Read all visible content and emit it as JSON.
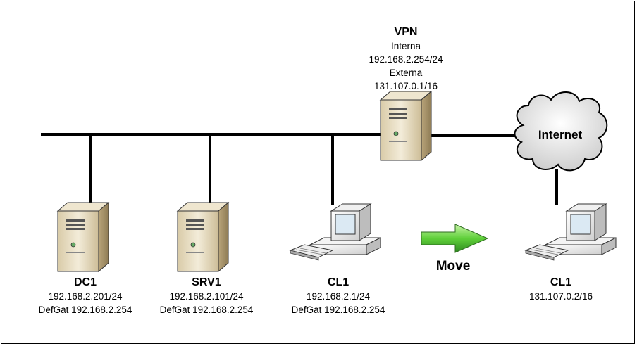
{
  "nodes": {
    "dc1": {
      "name": "DC1",
      "ip": "192.168.2.201/24",
      "gateway": "DefGat 192.168.2.254"
    },
    "srv1": {
      "name": "SRV1",
      "ip": "192.168.2.101/24",
      "gateway": "DefGat 192.168.2.254"
    },
    "cl1_internal": {
      "name": "CL1",
      "ip": "192.168.2.1/24",
      "gateway": "DefGat 192.168.2.254"
    },
    "vpn": {
      "name": "VPN",
      "internal_label": "Interna",
      "internal_ip": "192.168.2.254/24",
      "external_label": "Externa",
      "external_ip": "131.107.0.1/16"
    },
    "cl1_external": {
      "name": "CL1",
      "ip": "131.107.0.2/16"
    }
  },
  "internet_label": "Internet",
  "move_label": "Move",
  "colors": {
    "arrow_light": "#9BE36B",
    "arrow_dark": "#2E8B1F",
    "server_body": "#E8DCC0",
    "cloud": "#E6E6E6"
  }
}
